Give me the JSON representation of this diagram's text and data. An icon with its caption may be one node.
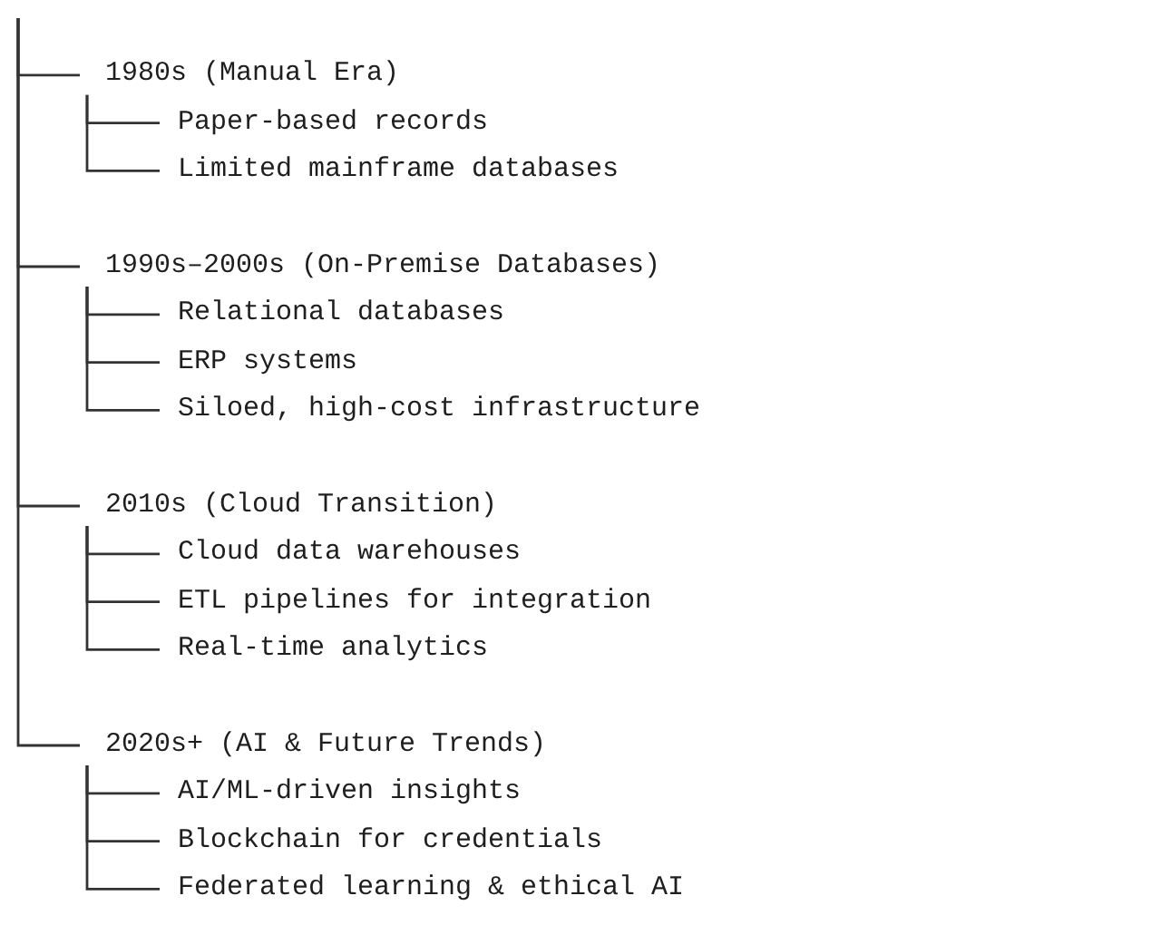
{
  "diagram": {
    "nodes": [
      {
        "text": [
          "1980s (Manual Era)"
        ]
      },
      {
        "text": [
          "Paper-based records"
        ]
      },
      {
        "text": [
          "Limited mainframe databases"
        ]
      },
      {
        "text": [
          "1990s–2000s (On-Premise Databases)"
        ]
      },
      {
        "text": [
          "Relational databases"
        ]
      },
      {
        "text": [
          "ERP systems"
        ]
      },
      {
        "text": [
          "Siloed, high-cost infrastructure"
        ]
      },
      {
        "text": [
          "2010s (Cloud Transition)"
        ]
      },
      {
        "text": [
          "Cloud data warehouses"
        ]
      },
      {
        "text": [
          "ETL pipelines for integration"
        ]
      },
      {
        "text": [
          "Real-time analytics"
        ]
      },
      {
        "text": [
          "2020s+ (AI & Future Trends)"
        ]
      },
      {
        "text": [
          "AI/ML-driven insights"
        ]
      },
      {
        "text": [
          "Blockchain for credentials"
        ]
      },
      {
        "text": [
          "Federated learning & ethical AI"
        ]
      }
    ],
    "edges": [
      {
        "from": null,
        "to": 0,
        "arrow": "none"
      },
      {
        "from": 0,
        "to": 1,
        "arrow": "none"
      },
      {
        "from": 0,
        "to": 2,
        "arrow": "none"
      },
      {
        "from": null,
        "to": 3,
        "arrow": "none"
      },
      {
        "from": 3,
        "to": 4,
        "arrow": "none"
      },
      {
        "from": 3,
        "to": 5,
        "arrow": "none"
      },
      {
        "from": 3,
        "to": 6,
        "arrow": "none"
      },
      {
        "from": null,
        "to": 7,
        "arrow": "none"
      },
      {
        "from": 7,
        "to": 8,
        "arrow": "none"
      },
      {
        "from": 7,
        "to": 9,
        "arrow": "none"
      },
      {
        "from": 7,
        "to": 10,
        "arrow": "none"
      },
      {
        "from": null,
        "to": 11,
        "arrow": "none"
      },
      {
        "from": 11,
        "to": 12,
        "arrow": "none"
      },
      {
        "from": 11,
        "to": 13,
        "arrow": "none"
      },
      {
        "from": 11,
        "to": 14,
        "arrow": "none"
      }
    ]
  }
}
